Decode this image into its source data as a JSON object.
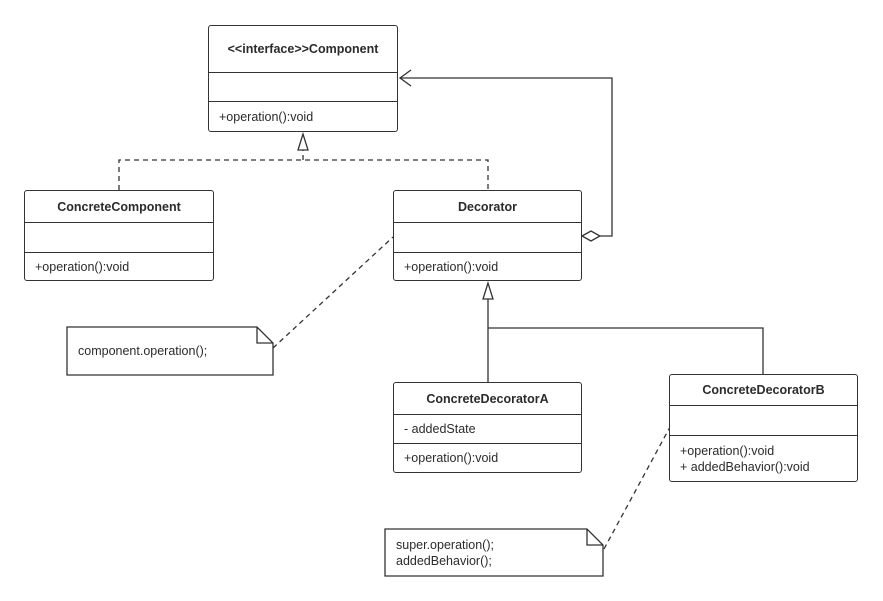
{
  "classes": {
    "component": {
      "name": "<<interface>>Component",
      "attributes": [],
      "operations": [
        "+operation():void"
      ]
    },
    "concrete_component": {
      "name": "ConcreteComponent",
      "attributes": [],
      "operations": [
        "+operation():void"
      ]
    },
    "decorator": {
      "name": "Decorator",
      "attributes": [],
      "operations": [
        "+operation():void"
      ]
    },
    "concrete_decorator_a": {
      "name": "ConcreteDecoratorA",
      "attributes": [
        "- addedState"
      ],
      "operations": [
        "+operation():void"
      ]
    },
    "concrete_decorator_b": {
      "name": "ConcreteDecoratorB",
      "attributes": [],
      "operations": [
        "+operation():void",
        "+ addedBehavior():void"
      ]
    }
  },
  "notes": {
    "decorator_note": [
      "component.operation();"
    ],
    "decorator_b_note": [
      "super.operation();",
      "addedBehavior();"
    ]
  },
  "colors": {
    "stroke": "#333333",
    "background": "#ffffff",
    "text": "#2b2b2b"
  }
}
